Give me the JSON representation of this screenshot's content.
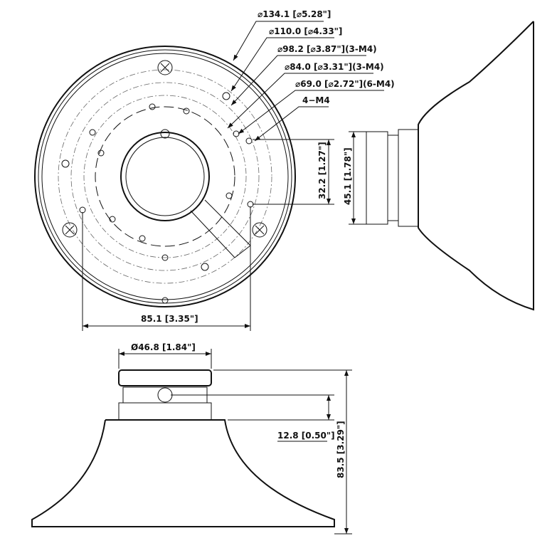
{
  "top_view": {
    "callouts": [
      "⌀134.1 [⌀5.28\"]",
      "⌀110.0 [⌀4.33\"]",
      "⌀98.2 [⌀3.87\"](3-M4)",
      "⌀84.0 [⌀3.31\"](3-M4)",
      "⌀69.0 [⌀2.72\"](6-M4)",
      "4−M4"
    ],
    "width_dim": "85.1 [3.35\"]",
    "height_dim": "32.2 [1.27\"]"
  },
  "side_view": {
    "height_dim": "45.1 [1.78\"]"
  },
  "front_view": {
    "diameter_dim": "Ø46.8 [1.84\"]",
    "offset_dim": "12.8 [0.50\"]",
    "total_height_dim": "83.5 [3.29\"]"
  }
}
